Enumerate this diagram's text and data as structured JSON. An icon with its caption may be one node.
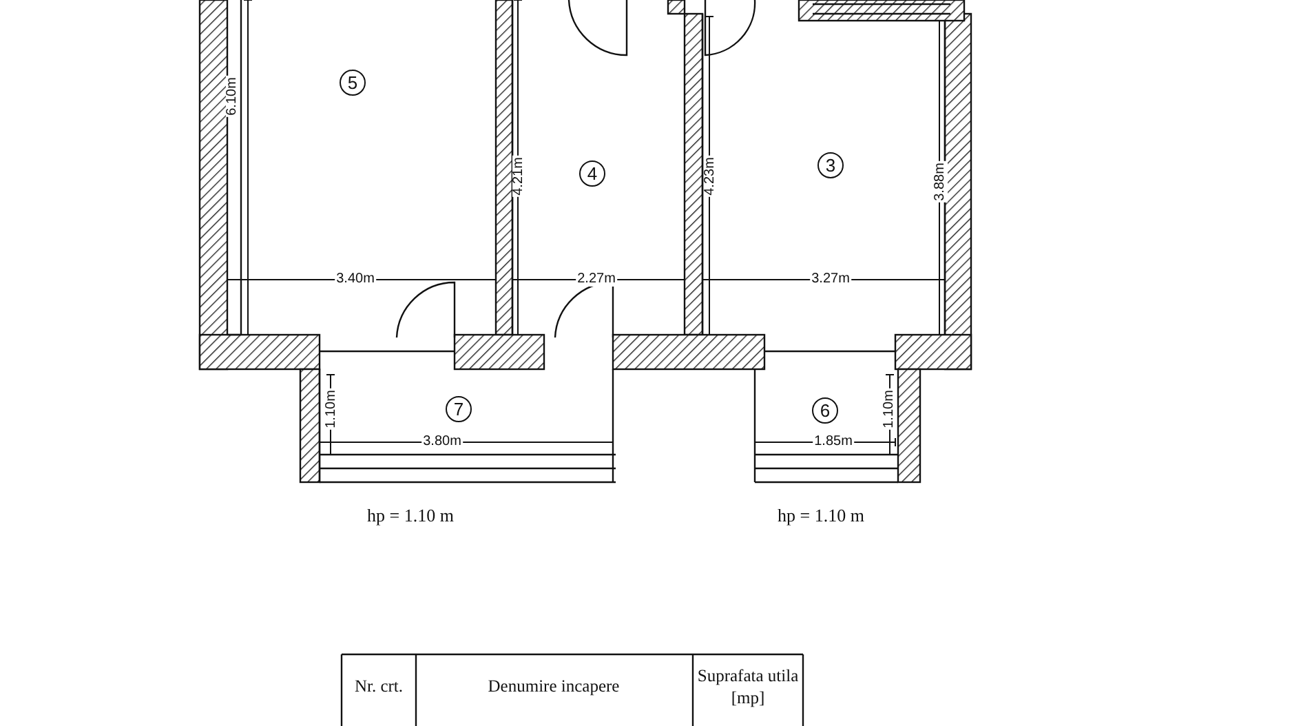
{
  "diagram": {
    "labels": [
      "6.10m",
      "5",
      "4.21m",
      "4",
      "4.23m",
      "3",
      "3.88m",
      "3.40m",
      "2.27m",
      "3.27m",
      "1.10m",
      "7",
      "3.80m",
      "6",
      "1.85m",
      "1.10m",
      "hp = 1.10 m",
      "hp = 1.10 m",
      "Nr. crt.",
      "Denumire incapere",
      "Suprafata utila [mp]"
    ]
  }
}
